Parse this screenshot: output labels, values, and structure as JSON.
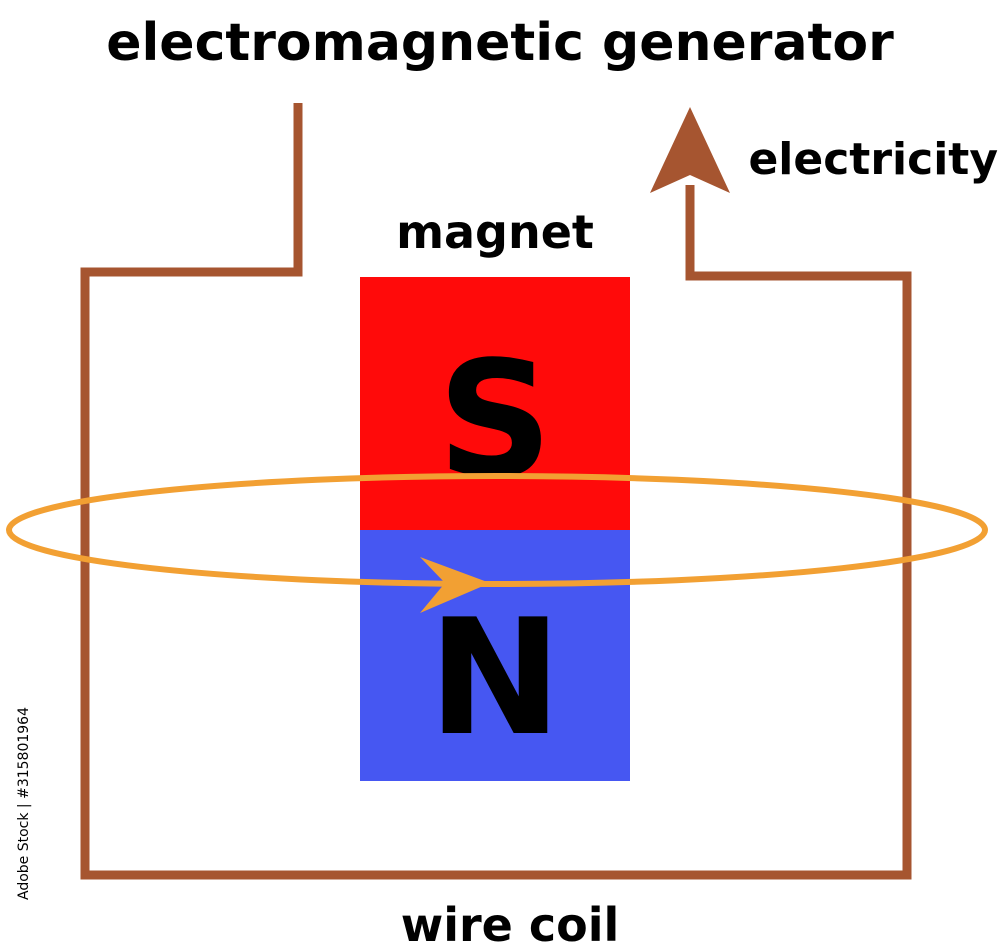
{
  "title": "electromagnetic generator",
  "labels": {
    "magnet": "magnet",
    "electricity": "electricity",
    "wire_coil": "wire coil",
    "south_pole": "S",
    "north_pole": "N"
  },
  "watermark": "Adobe Stock | #315801964",
  "colors": {
    "wire": "#A65530",
    "south_pole": "#FF0A0A",
    "north_pole": "#4657F2",
    "orbit": "#F2A033",
    "text": "#000000"
  }
}
